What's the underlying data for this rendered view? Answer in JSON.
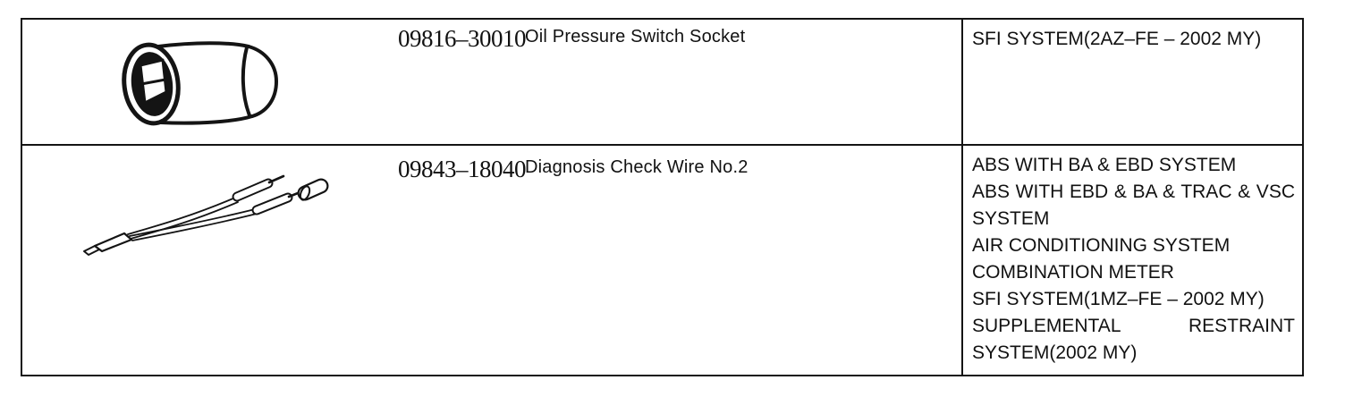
{
  "document": {
    "kind": "sst-table",
    "colors": {
      "ink": "#141414",
      "paper": "#ffffff"
    },
    "rows": [
      {
        "illustration": "oil-pressure-switch-socket",
        "part_number": "09816–30010",
        "tool_name": "Oil Pressure Switch Socket",
        "systems": [
          "SFI SYSTEM(2AZ–FE – 2002 MY)"
        ]
      },
      {
        "illustration": "diagnosis-check-wire-no2",
        "part_number": "09843–18040",
        "tool_name": "Diagnosis Check Wire No.2",
        "systems": [
          "ABS WITH BA & EBD SYSTEM",
          "ABS WITH EBD & BA & TRAC & VSC SYSTEM",
          "AIR CONDITIONING SYSTEM",
          "COMBINATION METER",
          "SFI SYSTEM(1MZ–FE – 2002 MY)",
          "SUPPLEMENTAL RESTRAINT SYSTEM(2002 MY)"
        ]
      }
    ]
  }
}
